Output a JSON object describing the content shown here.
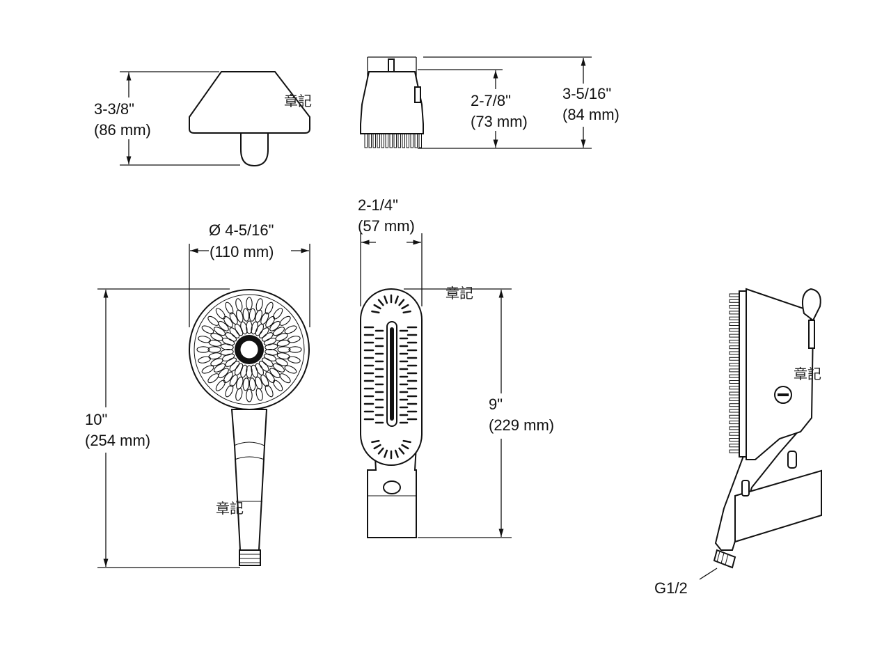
{
  "top_side_view": {
    "height_in": "3-3/8\"",
    "height_mm": "(86 mm)"
  },
  "top_front_view": {
    "inner_height_in": "2-7/8\"",
    "inner_height_mm": "(73 mm)",
    "outer_height_in": "3-5/16\"",
    "outer_height_mm": "(84 mm)"
  },
  "face_view": {
    "diameter_in": "Ø 4-5/16\"",
    "diameter_mm": "(110 mm)",
    "length_in": "10\"",
    "length_mm": "(254 mm)"
  },
  "edge_view": {
    "width_in": "2-1/4\"",
    "width_mm": "(57 mm)",
    "length_in": "9\"",
    "length_mm": "(229 mm)"
  },
  "side_mounted_view": {
    "thread_label": "G1/2"
  },
  "watermarks": [
    "章記",
    "章記",
    "章記",
    "章記"
  ]
}
